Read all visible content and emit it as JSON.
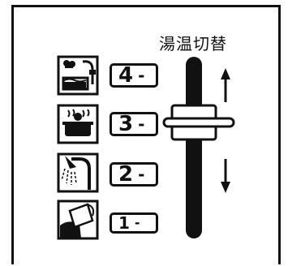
{
  "title": "湯温切替",
  "levels": [
    {
      "number": "4",
      "dash": "-",
      "icon": "bathtub-shower-icon"
    },
    {
      "number": "3",
      "dash": "-",
      "icon": "steaming-bath-icon"
    },
    {
      "number": "2",
      "dash": "-",
      "icon": "shower-head-icon"
    },
    {
      "number": "1",
      "dash": "-",
      "icon": "pouring-cup-icon"
    }
  ],
  "slider": {
    "selected_level": 3,
    "arrows": [
      "up-arrow-icon",
      "down-arrow-icon"
    ]
  },
  "colors": {
    "ink": "#111111",
    "background": "#ffffff"
  }
}
